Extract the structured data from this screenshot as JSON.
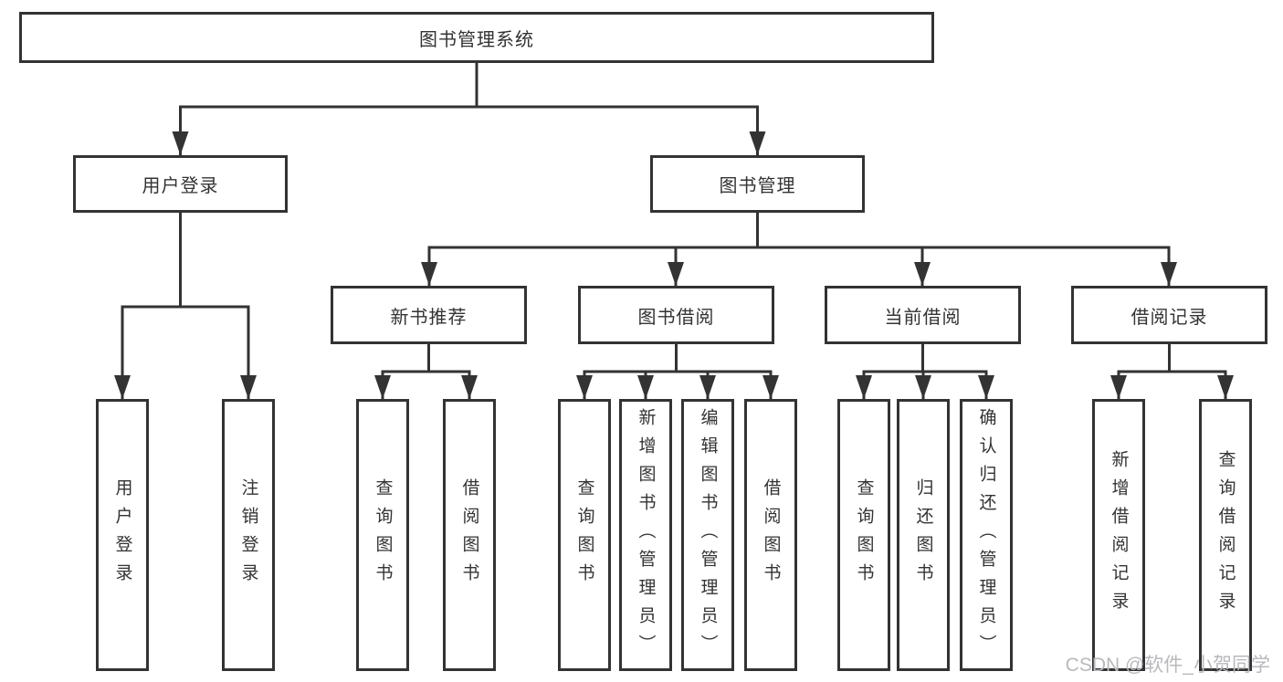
{
  "tree": {
    "root": {
      "label": "图书管理系统",
      "children": [
        {
          "label": "用户登录",
          "children": [
            {
              "label": "用户登录"
            },
            {
              "label": "注销登录"
            }
          ]
        },
        {
          "label": "图书管理",
          "children": [
            {
              "label": "新书推荐",
              "children": [
                {
                  "label": "查询图书"
                },
                {
                  "label": "借阅图书"
                }
              ]
            },
            {
              "label": "图书借阅",
              "children": [
                {
                  "label": "查询图书"
                },
                {
                  "label": "新增图书（管理员）"
                },
                {
                  "label": "编辑图书（管理员）"
                },
                {
                  "label": "借阅图书"
                }
              ]
            },
            {
              "label": "当前借阅",
              "children": [
                {
                  "label": "查询图书"
                },
                {
                  "label": "归还图书"
                },
                {
                  "label": "确认归还（管理员）"
                }
              ]
            },
            {
              "label": "借阅记录",
              "children": [
                {
                  "label": "新增借阅记录"
                },
                {
                  "label": "查询借阅记录"
                }
              ]
            }
          ]
        }
      ]
    }
  },
  "watermark": {
    "text": "CSDN @软件_小贺同学"
  },
  "colors": {
    "line": "#333333",
    "text": "#333333",
    "background": "#ffffff",
    "watermark": "#b9b9bd"
  }
}
